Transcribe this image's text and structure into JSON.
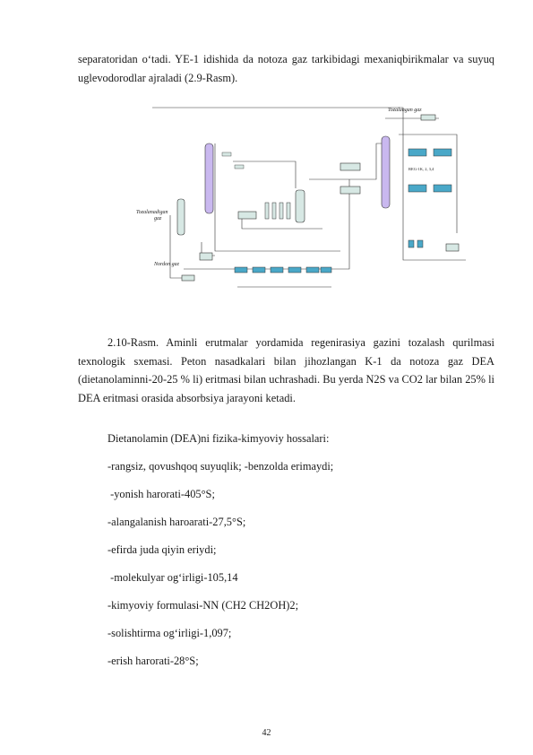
{
  "intro_paragraph": "separatoridan o‘tadi. YE-1 idishida da notoza gaz tarkibidagi mexaniqbirikmalar va suyuq uglevodorodlar ajraladi (2.9-Rasm).",
  "figure": {
    "label_top": "Tozalangan gaz",
    "label_left_1": "Tozalanadigan",
    "label_left_2": "gaz",
    "label_bottom": "Nordon gaz",
    "label_right": "REG-1K, 2, 3,4"
  },
  "caption_paragraph": "2.10-Rasm. Aminli erutmalar yordamida regenirasiya gazini tozalash qurilmasi texnologik sxemasi. Peton nasadkalari bilan jihozlangan K-1 da notoza gaz DEA (dietanolaminni-20-25 % li) eritmasi bilan uchrashadi. Bu yerda N2S va CO2 lar bilan 25% li DEA eritmasi orasida absorbsiya jarayoni ketadi.",
  "properties_title": "Dietanolamin (DEA)ni fizika-kimyoviy hossalari:",
  "properties": [
    "-rangsiz, qovushqoq suyuqlik; -benzolda erimaydi;",
    " -yonish harorati-405°S;",
    "-alangalanish haroarati-27,5°S;",
    "-efirda juda qiyin eriydi;",
    " -molekulyar og‘irligi-105,14",
    "-kimyoviy formulasi-NN (CH2 CH2OH)2;",
    "-solishtirma og‘irligi-1,097;",
    "-erish harorati-28°S;"
  ],
  "page_number": "42",
  "colors": {
    "column": "#c9b8ef",
    "vessel": "#d7e8e4",
    "pump": "#4aa8c8",
    "line": "#333333"
  }
}
